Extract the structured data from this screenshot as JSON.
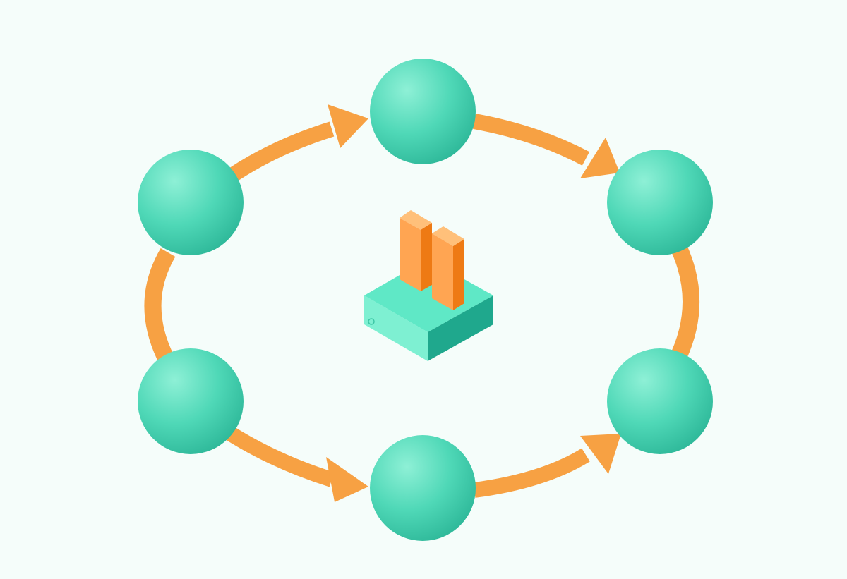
{
  "diagram": {
    "type": "cycle",
    "node_count": 6,
    "flow_direction": "clockwise",
    "center_icon": "pause-on-base-icon",
    "colors": {
      "background": "#f5fdfa",
      "node": "#4fd8b7",
      "arrow": "#f7a143",
      "center_base": "#5fe8c6",
      "center_bars": "#ffa552"
    }
  }
}
